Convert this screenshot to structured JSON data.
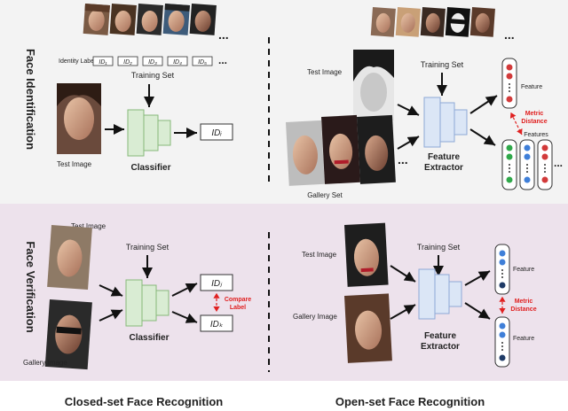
{
  "rows": [
    {
      "label": "Face Identification"
    },
    {
      "label": "Face Verification"
    }
  ],
  "columns": [
    {
      "label": "Closed-set Face Recognition"
    },
    {
      "label": "Open-set Face Recognition"
    }
  ],
  "panel_tl": {
    "identity_label": "Identity Label",
    "ids": [
      "ID₁",
      "ID₂",
      "ID₃",
      "ID₄",
      "ID₅"
    ],
    "ellipsis": "...",
    "training_set": "Training Set",
    "test_image": "Test Image",
    "classifier": "Classifier",
    "output_id": "IDᵢ"
  },
  "panel_tr": {
    "test_image": "Test Image",
    "training_set": "Training Set",
    "feature": "Feature",
    "metric_distance": [
      "Metric",
      "Distance"
    ],
    "features": "Features",
    "feature_extractor": [
      "Feature",
      "Extractor"
    ],
    "gallery_set": "Gallery Set",
    "ellipsis": "..."
  },
  "panel_bl": {
    "test_image": "Test Image",
    "training_set": "Training Set",
    "gallery_image": "Gallery Image",
    "classifier": "Classifier",
    "out_j": "IDⱼ",
    "out_k": "IDₖ",
    "compare_label": [
      "Compare",
      "Label"
    ]
  },
  "panel_br": {
    "test_image": "Test Image",
    "training_set": "Training Set",
    "gallery_image": "Gallery Image",
    "feature_top": "Feature",
    "feature_bottom": "Feature",
    "metric_distance": [
      "Metric",
      "Distance"
    ],
    "feature_extractor": [
      "Feature",
      "Extractor"
    ]
  },
  "colors": {
    "top_band": "#f3f3f3",
    "bottom_band": "#ede2ec",
    "classifier_fill": "#d9ecd3",
    "classifier_stroke": "#86b97a",
    "extractor_fill": "#dbe6f6",
    "extractor_stroke": "#8ea8d6",
    "metric_red": "#e02020",
    "dot_red": "#d23a3a",
    "dot_green": "#2fa84a",
    "dot_blue": "#3f7fd8",
    "dot_navy": "#1e3a66"
  }
}
